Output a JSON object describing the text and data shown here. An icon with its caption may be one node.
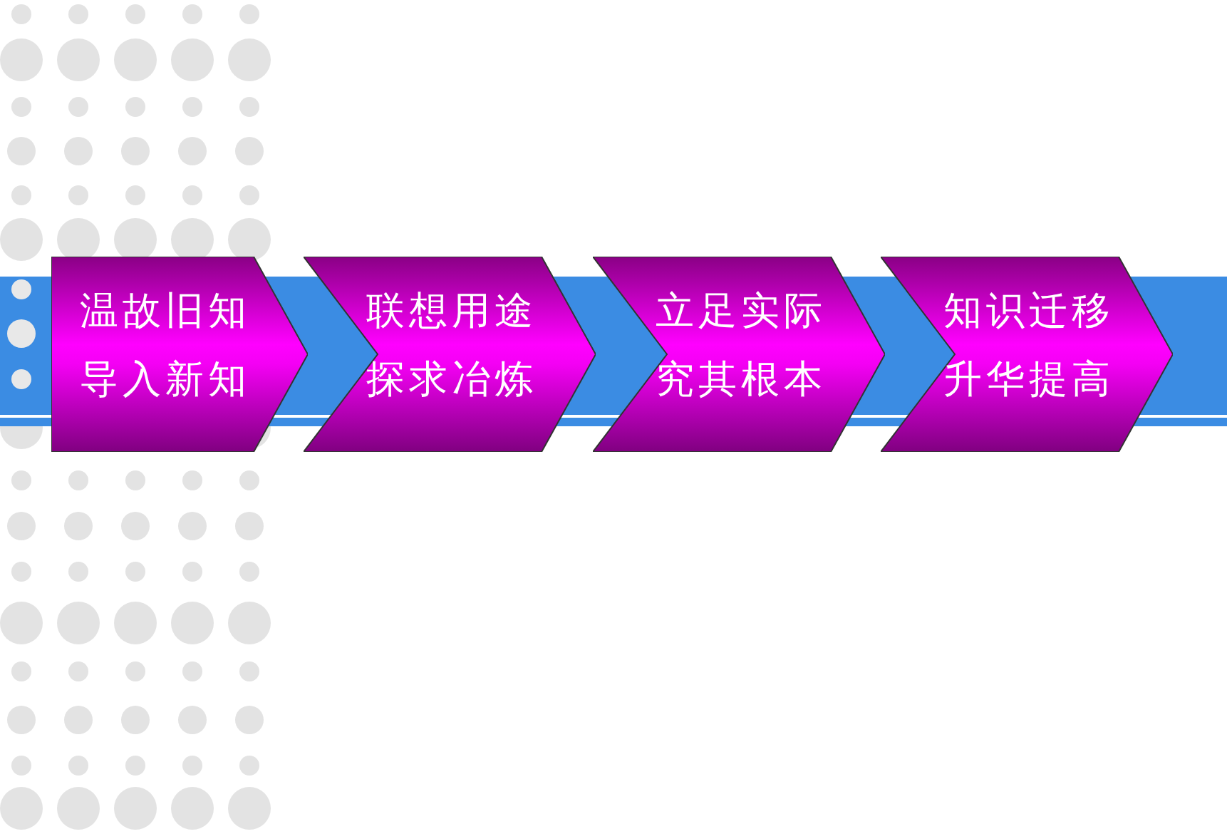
{
  "diagram": {
    "nodes": [
      {
        "text": [
          "温故旧知",
          "导入新知"
        ]
      },
      {
        "text": [
          "联想用途",
          "探求冶炼"
        ]
      },
      {
        "text": [
          "立足实际",
          "究其根本"
        ]
      },
      {
        "text": [
          "知识迁移",
          "升华提高"
        ]
      }
    ]
  }
}
